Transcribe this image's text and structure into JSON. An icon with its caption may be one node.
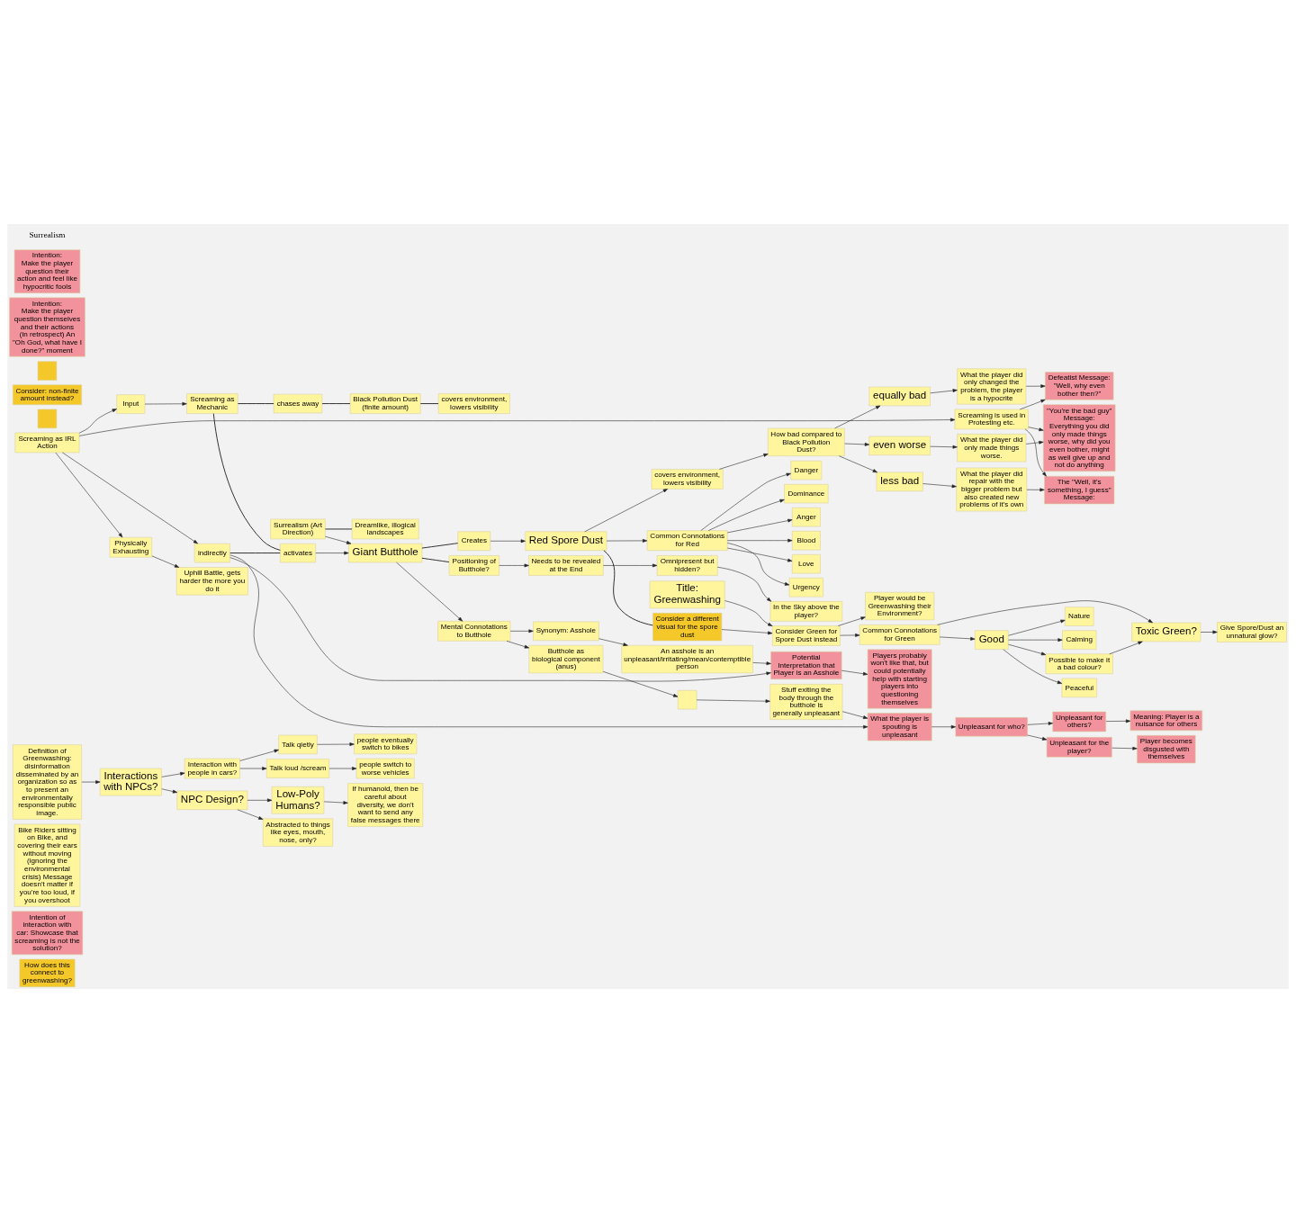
{
  "diagram": {
    "nodes": [
      {
        "text": [
          "How does this connect to greenwashing?"
        ]
      },
      {
        "text": [
          "Intention of interaction with car: Showcase that screaming is not the solution?"
        ]
      },
      {
        "text": [
          "Bike Riders sitting on Bike, and covering their ears without moving (ignoring the environmental crisis) Message doesn't matter if you're too loud, if you overshoot"
        ]
      },
      {
        "text": [
          "Interaction with people in cars?"
        ]
      },
      {
        "text": [
          "Talk qietly"
        ]
      },
      {
        "text": [
          "people eventually switch to bikes"
        ]
      },
      {
        "text": [
          "Talk loud /scream"
        ]
      },
      {
        "text": [
          "people switch to worse vehicles"
        ]
      },
      {
        "text": [
          "Definition of Greenwashing: disinformation disseminated by an organization so as to present an environmentally responsible public image."
        ]
      },
      {
        "text": [
          "Interactions with NPCs?"
        ]
      },
      {
        "text": [
          "Title:",
          "Greenwashing"
        ]
      },
      {
        "text": [
          "NPC Design?"
        ]
      },
      {
        "text": [
          "Low-Poly Humans?"
        ]
      },
      {
        "text": [
          "Abstracted to things like eyes, mouth, nose, only?"
        ]
      },
      {
        "text": [
          "If humanoid, then be careful about diversity, we don't want to send any false messages there"
        ]
      },
      {
        "text": [
          "Give Spore/Dust an unnatural glow?"
        ]
      },
      {
        "text": [],
        "shape": "box"
      },
      {
        "text": [
          "Possible to make it a bad colour?"
        ]
      },
      {
        "text": [
          "Toxic Green?"
        ]
      },
      {
        "text": [
          "Good"
        ]
      },
      {
        "text": [
          "Common Connotations for Green"
        ]
      },
      {
        "text": [
          "Consider Green for Spore Dust instead"
        ]
      },
      {
        "text": [
          "Player would be Greenwashing their Environment?"
        ]
      },
      {
        "text": [
          "Peaceful"
        ]
      },
      {
        "text": [
          "Nature"
        ]
      },
      {
        "text": [
          "Calming"
        ]
      },
      {
        "text": [
          "Consider a different visual for the spore dust"
        ]
      },
      {
        "text": [
          "Danger"
        ]
      },
      {
        "text": [
          "Dominance"
        ]
      },
      {
        "text": [
          "Common Connotations for Red"
        ]
      },
      {
        "text": [
          "Anger"
        ]
      },
      {
        "text": [
          "Blood"
        ]
      },
      {
        "text": [
          "Love"
        ]
      },
      {
        "text": [
          "Urgency"
        ]
      },
      {
        "text": [
          "The \"Well, it's something, I guess\" Message:"
        ]
      },
      {
        "text": [
          "What the player did repair with the bigger problem but also created new problems of it's own"
        ]
      },
      {
        "text": [
          "less bad"
        ]
      },
      {
        "text": [
          "Defeatist Message:",
          "\"Well, why even bother then?\""
        ]
      },
      {
        "text": [
          "What the player did only changed the problem, the player is a hypocrite"
        ]
      },
      {
        "text": [
          "equally bad"
        ]
      },
      {
        "text": [
          "\"You're the bad guy\" Message:",
          "Everything you did only made things worse, why did you even bother, might as well give up and not do anything"
        ]
      },
      {
        "text": [
          "What the player did only made things worse."
        ]
      },
      {
        "text": [
          "even worse"
        ]
      },
      {
        "text": [
          "How bad compared to Black Pollution Dust?"
        ]
      },
      {
        "text": [
          "covers environment, lowers visibility"
        ]
      },
      {
        "text": [
          "Red Spore Dust"
        ]
      },
      {
        "text": [
          "Creates"
        ]
      },
      {
        "text": [
          "In the Sky above the player?"
        ]
      },
      {
        "text": [
          "Omnipresent but hidden?"
        ]
      },
      {
        "text": [
          "Needs to be revealed at the End"
        ]
      },
      {
        "text": [
          "Positioning of Butthole?"
        ]
      },
      {
        "text": [
          "Screaming is used in Protesting etc."
        ]
      },
      {
        "text": [
          "Uphill Battle, gets harder the more you do it"
        ]
      },
      {
        "text": [
          "Physically Exhausting"
        ]
      },
      {
        "text": [
          "Screaming as IRL Action"
        ]
      },
      {
        "text": [
          "Input"
        ]
      },
      {
        "text": [
          "Screaming as Mechanic"
        ]
      },
      {
        "text": [
          "chases away"
        ]
      },
      {
        "text": [
          "Black Pollution Dust (finite amount)"
        ]
      },
      {
        "text": [
          "Consider: non-finite amount instead?"
        ]
      },
      {
        "text": [
          "covers environment, lowers visibility"
        ]
      },
      {
        "text": [
          "indirectly"
        ]
      },
      {
        "text": [
          "activates"
        ]
      },
      {
        "text": [],
        "shape": "box"
      },
      {
        "text": [
          "Giant Butthole"
        ]
      },
      {
        "text": [
          "Surrealism (Art Direction)"
        ]
      },
      {
        "text": [
          "Dreamlike, illogical landscapes"
        ]
      },
      {
        "text": [
          "Intention:",
          "Make the player question themselves and their actions (in retrospect) An \"Oh God, what have I done?\" moment"
        ]
      },
      {
        "text": [
          "Intention:",
          "Make the player question their action and feel like hypocritic fools"
        ]
      },
      {
        "text": [
          "Potential Interpretation that Player is an Asshole"
        ]
      },
      {
        "text": [
          "An asshole is an unpleasant/irritating/mean/contemptible person"
        ]
      },
      {
        "text": [
          "Synonym: Asshole"
        ]
      },
      {
        "text": [
          "Mental Connotations to Butthole"
        ]
      },
      {
        "text": [
          "Players probably won't like that, but could potentially help with starting players into questioning themselves"
        ]
      },
      {
        "text": [
          "Butthole as biological component (anus)"
        ]
      },
      {
        "text": [
          "Stuff exiting the body through the butthole is generally unpleasant"
        ]
      },
      {
        "text": [],
        "shape": "box"
      },
      {
        "text": [
          "What the player is spouting is unpleasant"
        ]
      },
      {
        "text": [
          "Unpleasant for others?"
        ]
      },
      {
        "text": [
          "Unpleasant for who?"
        ]
      },
      {
        "text": [
          "Unpleasant for the player?"
        ]
      },
      {
        "text": [
          "Meaning: Player is a nuisance for others"
        ]
      },
      {
        "text": [
          "Player becomes disgusted with themselves"
        ]
      }
    ],
    "edges": [
      {
        "from": 3,
        "to": 4,
        "arrow": "to"
      },
      {
        "from": 3,
        "to": 6,
        "arrow": "to"
      },
      {
        "from": 4,
        "to": 5,
        "arrow": "to"
      },
      {
        "from": 6,
        "to": 7,
        "arrow": "to"
      },
      {
        "from": 8,
        "to": 9,
        "arrow": "to"
      },
      {
        "from": 9,
        "to": 3,
        "arrow": "to"
      },
      {
        "from": 9,
        "to": 11,
        "arrow": "to"
      },
      {
        "from": 11,
        "to": 12,
        "arrow": "to"
      },
      {
        "from": 11,
        "to": 13,
        "arrow": "to"
      },
      {
        "from": 12,
        "to": 14,
        "arrow": "to"
      },
      {
        "from": 10,
        "to": 21,
        "arrow": "to"
      },
      {
        "from": 21,
        "to": 20,
        "arrow": "to"
      },
      {
        "from": 21,
        "to": 22,
        "arrow": "to"
      },
      {
        "from": 20,
        "to": 19,
        "arrow": "to"
      },
      {
        "from": 20,
        "to": 18,
        "arrow": "to"
      },
      {
        "from": 17,
        "to": 18,
        "arrow": "to"
      },
      {
        "from": 18,
        "to": 15,
        "arrow": "to"
      },
      {
        "from": 19,
        "to": 17,
        "arrow": "to"
      },
      {
        "from": 19,
        "to": 23,
        "arrow": "to"
      },
      {
        "from": 19,
        "to": 24,
        "arrow": "to"
      },
      {
        "from": 19,
        "to": 25,
        "arrow": "to"
      },
      {
        "from": 45,
        "to": 26,
        "arrow": "none"
      },
      {
        "from": 26,
        "to": 21,
        "arrow": "to"
      },
      {
        "from": 45,
        "to": 29,
        "arrow": "to"
      },
      {
        "from": 29,
        "to": 27,
        "arrow": "to"
      },
      {
        "from": 29,
        "to": 28,
        "arrow": "to"
      },
      {
        "from": 29,
        "to": 30,
        "arrow": "to"
      },
      {
        "from": 29,
        "to": 31,
        "arrow": "to"
      },
      {
        "from": 29,
        "to": 32,
        "arrow": "to"
      },
      {
        "from": 29,
        "to": 33,
        "arrow": "to"
      },
      {
        "from": 45,
        "to": 44,
        "arrow": "to"
      },
      {
        "from": 44,
        "to": 43,
        "arrow": "to"
      },
      {
        "from": 43,
        "to": 36,
        "arrow": "to"
      },
      {
        "from": 43,
        "to": 39,
        "arrow": "to"
      },
      {
        "from": 43,
        "to": 42,
        "arrow": "to"
      },
      {
        "from": 36,
        "to": 35,
        "arrow": "to"
      },
      {
        "from": 35,
        "to": 34,
        "arrow": "to"
      },
      {
        "from": 39,
        "to": 38,
        "arrow": "to"
      },
      {
        "from": 38,
        "to": 37,
        "arrow": "to"
      },
      {
        "from": 42,
        "to": 41,
        "arrow": "to"
      },
      {
        "from": 41,
        "to": 40,
        "arrow": "to"
      },
      {
        "from": 51,
        "to": 34,
        "arrow": "to"
      },
      {
        "from": 51,
        "to": 37,
        "arrow": "to"
      },
      {
        "from": 51,
        "to": 40,
        "arrow": "to"
      },
      {
        "from": 54,
        "to": 51,
        "arrow": "to"
      },
      {
        "from": 46,
        "to": 45,
        "arrow": "to"
      },
      {
        "from": 64,
        "to": 46,
        "arrow": "none"
      },
      {
        "from": 64,
        "to": 50,
        "arrow": "none"
      },
      {
        "from": 50,
        "to": 49,
        "arrow": "to"
      },
      {
        "from": 49,
        "to": 48,
        "arrow": "to"
      },
      {
        "from": 48,
        "to": 47,
        "arrow": "to"
      },
      {
        "from": 54,
        "to": 53,
        "arrow": "to"
      },
      {
        "from": 53,
        "to": 52,
        "arrow": "to"
      },
      {
        "from": 54,
        "to": 55,
        "arrow": "to"
      },
      {
        "from": 55,
        "to": 56,
        "arrow": "to"
      },
      {
        "from": 56,
        "to": 57,
        "arrow": "none"
      },
      {
        "from": 57,
        "to": 58,
        "arrow": "none"
      },
      {
        "from": 58,
        "to": 60,
        "arrow": "none"
      },
      {
        "from": 54,
        "to": 61,
        "arrow": "to"
      },
      {
        "from": 61,
        "to": 62,
        "arrow": "none"
      },
      {
        "from": 56,
        "to": 62,
        "arrow": "none"
      },
      {
        "from": 62,
        "to": 64,
        "arrow": "to"
      },
      {
        "from": 65,
        "to": 64,
        "arrow": "to"
      },
      {
        "from": 65,
        "to": 66,
        "arrow": "none"
      },
      {
        "from": 64,
        "to": 72,
        "arrow": "to"
      },
      {
        "from": 72,
        "to": 71,
        "arrow": "to"
      },
      {
        "from": 71,
        "to": 70,
        "arrow": "to"
      },
      {
        "from": 70,
        "to": 69,
        "arrow": "to"
      },
      {
        "from": 72,
        "to": 74,
        "arrow": "to"
      },
      {
        "from": 74,
        "to": 76,
        "arrow": "to"
      },
      {
        "from": 76,
        "to": 75,
        "arrow": "to"
      },
      {
        "from": 75,
        "to": 77,
        "arrow": "to"
      },
      {
        "from": 69,
        "to": 73,
        "arrow": "to"
      },
      {
        "from": 61,
        "to": 69,
        "arrow": "to"
      },
      {
        "from": 61,
        "to": 77,
        "arrow": "to"
      },
      {
        "from": 77,
        "to": 79,
        "arrow": "to"
      },
      {
        "from": 79,
        "to": 78,
        "arrow": "to"
      },
      {
        "from": 79,
        "to": 80,
        "arrow": "to"
      },
      {
        "from": 78,
        "to": 81,
        "arrow": "to"
      },
      {
        "from": 80,
        "to": 82,
        "arrow": "to"
      }
    ],
    "labels": [
      "Surrealism"
    ]
  }
}
